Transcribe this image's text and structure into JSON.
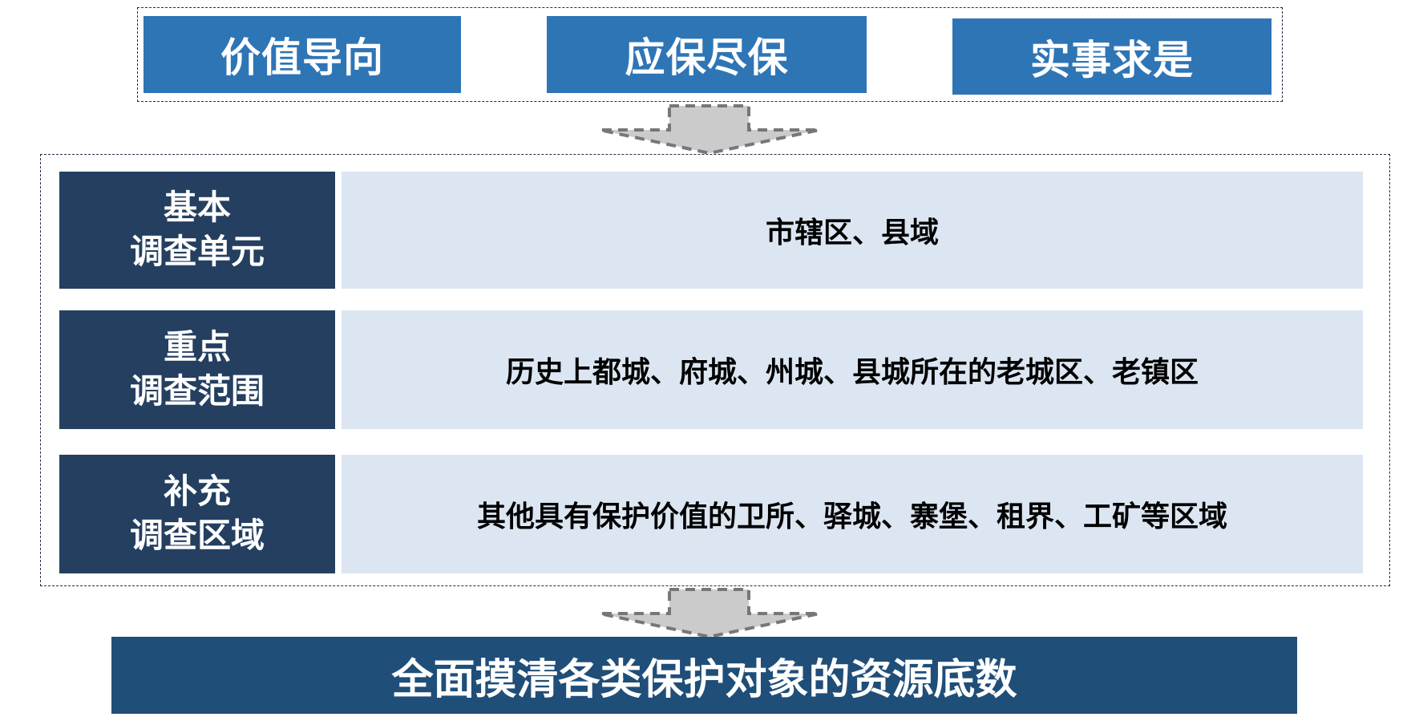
{
  "principles": [
    "价值导向",
    "应保尽保",
    "实事求是"
  ],
  "rows": [
    {
      "label1": "基本",
      "label2": "调查单元",
      "content": "市辖区、县域"
    },
    {
      "label1": "重点",
      "label2": "调查范围",
      "content": "历史上都城、府城、州城、县城所在的老城区、老镇区"
    },
    {
      "label1": "补充",
      "label2": "调查区域",
      "content": "其他具有保护价值的卫所、驿城、寨堡、租界、工矿等区域"
    }
  ],
  "conclusion": "全面摸清各类保护对象的资源底数",
  "colors": {
    "principle": "#2e75b6",
    "label": "#243f60",
    "content": "#dce6f2",
    "conclusion": "#1f4e79"
  }
}
